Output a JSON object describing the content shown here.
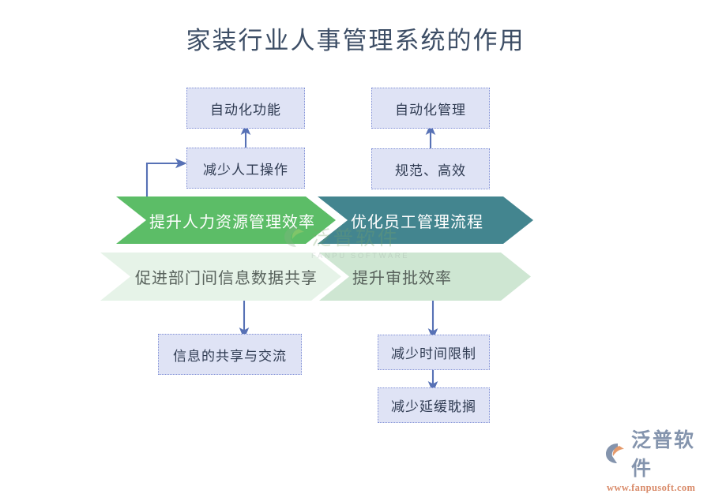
{
  "title": "家装行业人事管理系统的作用",
  "colors": {
    "title": "#3d4e66",
    "box_fill": "#dfe3f5",
    "box_border": "#8190d6",
    "arrow": "#5771b5",
    "chevron_green": "#5cbd67",
    "chevron_teal": "#43858f",
    "chevron_pale_light": "#e6f3e8",
    "chevron_pale_mid": "#cee6d2",
    "logo_text": "#8494ad",
    "logo_url": "#d98b6a"
  },
  "boxes": [
    {
      "id": "auto-function",
      "label": "自动化功能"
    },
    {
      "id": "reduce-manual",
      "label": "减少人工操作"
    },
    {
      "id": "auto-management",
      "label": "自动化管理"
    },
    {
      "id": "standard-efficient",
      "label": "规范、高效"
    },
    {
      "id": "info-share",
      "label": "信息的共享与交流"
    },
    {
      "id": "reduce-time",
      "label": "减少时间限制"
    },
    {
      "id": "reduce-delay",
      "label": "减少延缓耽搁"
    }
  ],
  "chevrons": [
    {
      "id": "hr-efficiency",
      "label": "提升人力资源管理效率"
    },
    {
      "id": "staff-process",
      "label": "优化员工管理流程"
    },
    {
      "id": "data-sharing",
      "label": "促进部门间信息数据共享"
    },
    {
      "id": "approval-speed",
      "label": "提升审批效率"
    }
  ],
  "watermark": {
    "brand_cn": "泛普软件",
    "brand_en": "FANPU SOFTWARE"
  },
  "logo": {
    "brand_cn": "泛普软件",
    "url": "www.fanpusoft.com"
  }
}
